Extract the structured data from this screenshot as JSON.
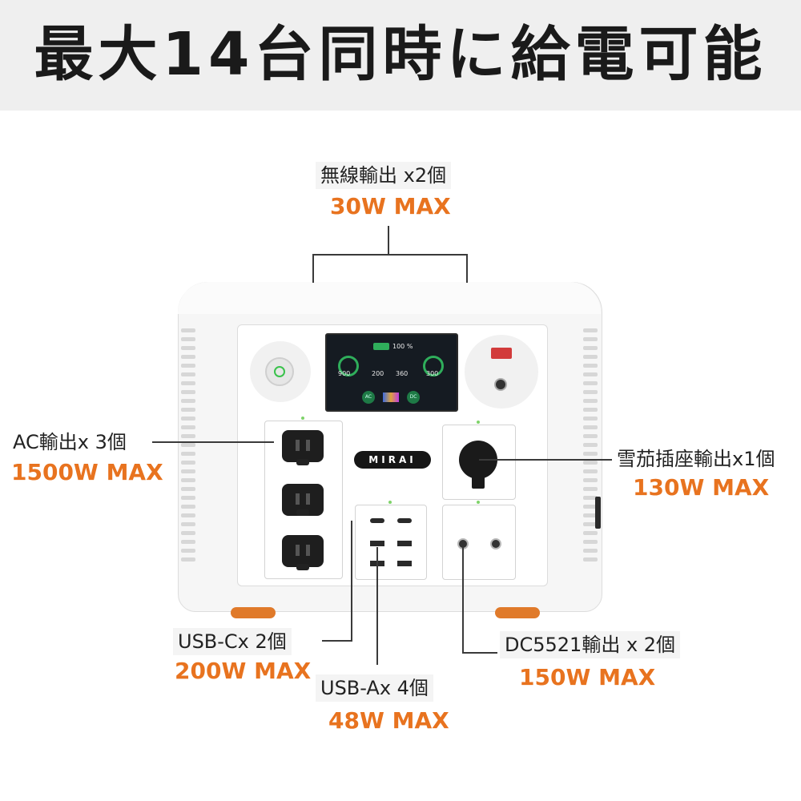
{
  "title": "最大14台同時に給電可能",
  "device": {
    "brand": "MIRAI",
    "screen": {
      "percent": "100",
      "values": [
        "900",
        "200",
        "360",
        "300"
      ],
      "buttons": [
        "AC",
        "DC"
      ]
    }
  },
  "labels": {
    "wireless": {
      "name": "無線輸出 x2個",
      "max": "30W MAX"
    },
    "ac": {
      "name": "AC輸出x 3個",
      "max": "1500W MAX"
    },
    "cigar": {
      "name": "雪茄插座輸出x1個",
      "max": "130W MAX"
    },
    "usbc": {
      "name": "USB-Cx 2個",
      "max": "200W MAX"
    },
    "usba": {
      "name": "USB-Ax 4個",
      "max": "48W MAX"
    },
    "dc": {
      "name": "DC5521輸出 x 2個",
      "max": "150W MAX"
    }
  },
  "colors": {
    "accent": "#e8731f",
    "banner": "#efefef",
    "text": "#222222"
  }
}
